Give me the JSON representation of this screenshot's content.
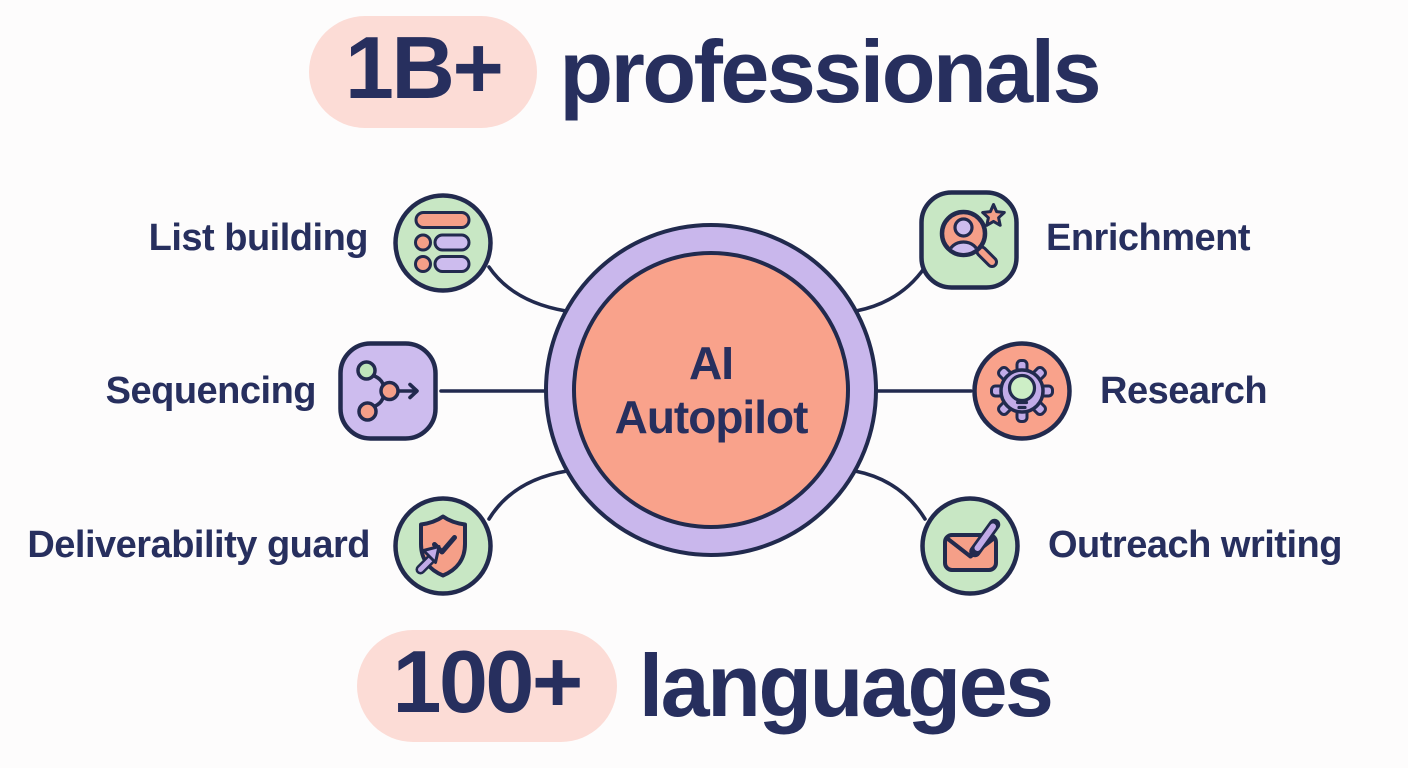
{
  "diagram": {
    "top_banner": {
      "highlight": "1B+",
      "text": "professionals"
    },
    "bottom_banner": {
      "highlight": "100+",
      "text": "languages"
    },
    "hub": {
      "line1": "AI",
      "line2": "Autopilot"
    },
    "features": [
      {
        "label": "List building",
        "icon": "list-icon",
        "side": "left"
      },
      {
        "label": "Sequencing",
        "icon": "branch-arrow-icon",
        "side": "left"
      },
      {
        "label": "Deliverability guard",
        "icon": "shield-check-cursor-icon",
        "side": "left"
      },
      {
        "label": "Enrichment",
        "icon": "person-search-star-icon",
        "side": "right"
      },
      {
        "label": "Research",
        "icon": "gear-lightbulb-icon",
        "side": "right"
      },
      {
        "label": "Outreach writing",
        "icon": "envelope-pencil-icon",
        "side": "right"
      }
    ],
    "colors": {
      "navy": "#272f5e",
      "outline": "#222a4e",
      "salmon": "#f9a28b",
      "salmon_accent": "#f59f88",
      "lavender": "#c9b7ec",
      "purple_accent": "#c2abe8",
      "green": "#c8e7c4",
      "green_accent": "#bfe6bb",
      "pink_highlight": "#fcdcd6",
      "background": "#fdfcfc"
    }
  }
}
